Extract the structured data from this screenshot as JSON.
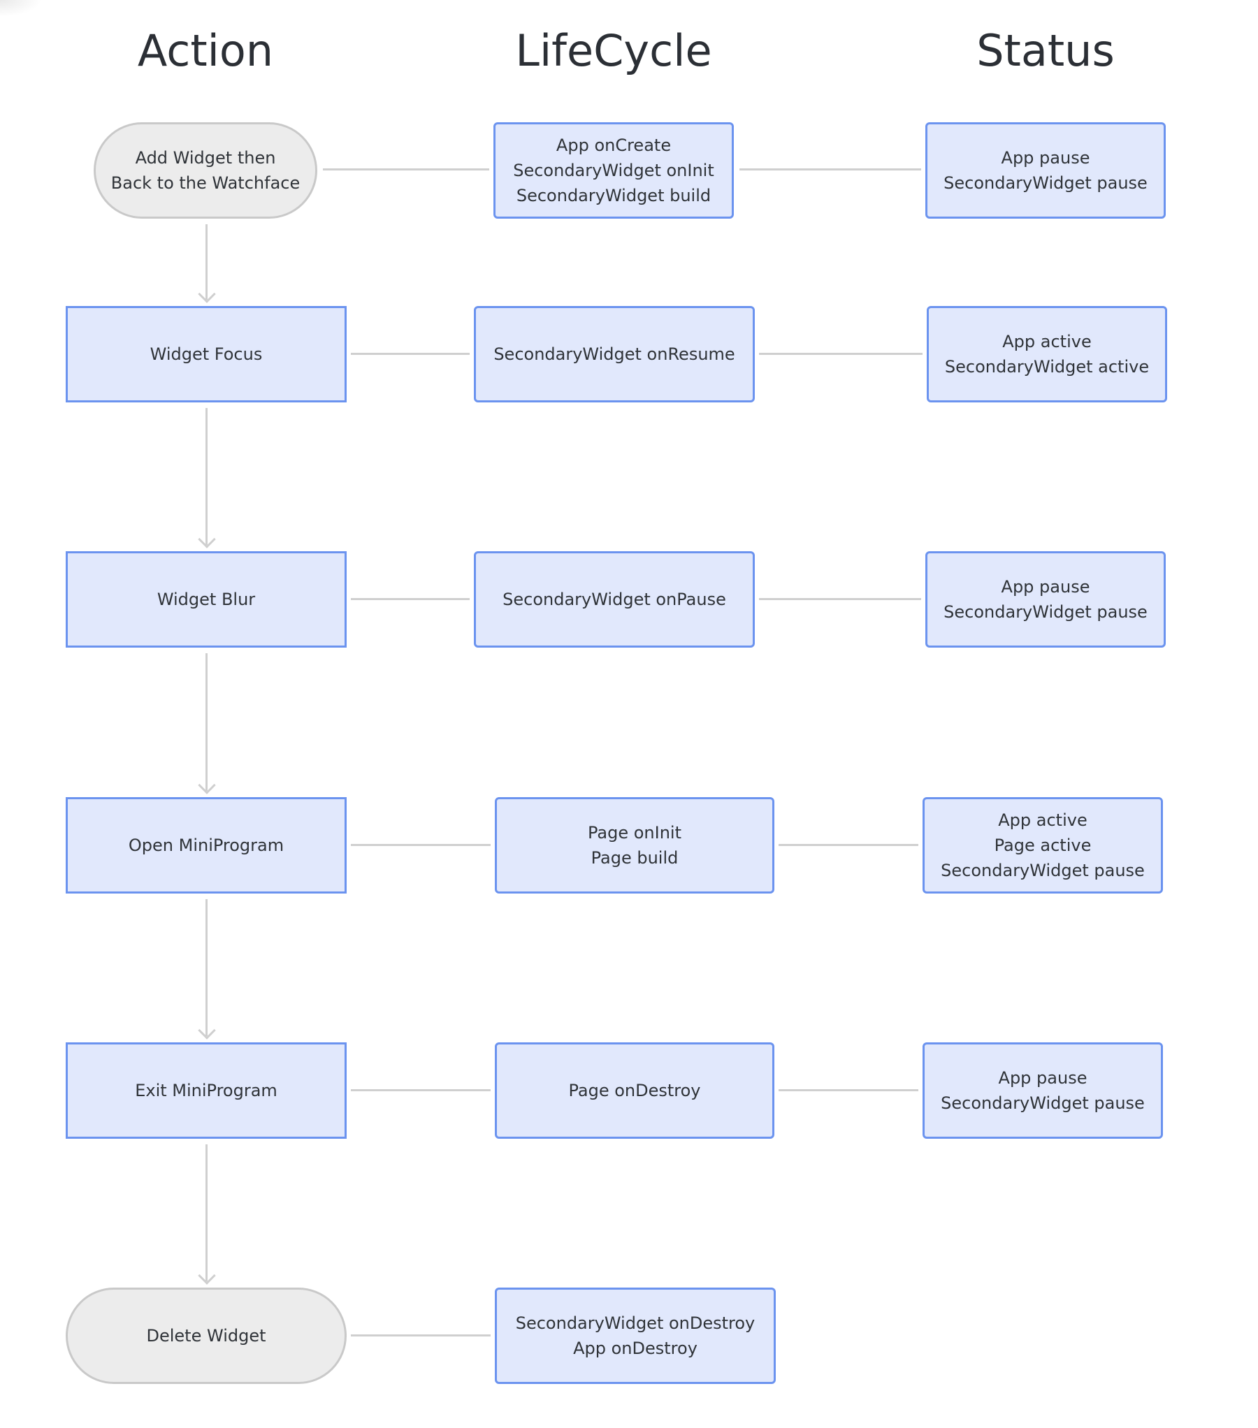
{
  "headers": {
    "action": "Action",
    "lifecycle": "LifeCycle",
    "status": "Status"
  },
  "rows": [
    {
      "action": [
        "Add Widget then",
        "Back to the Watchface"
      ],
      "lifecycle": [
        "App onCreate",
        "SecondaryWidget onInit",
        "SecondaryWidget build"
      ],
      "status": [
        "App pause",
        "SecondaryWidget pause"
      ]
    },
    {
      "action": [
        "Widget Focus"
      ],
      "lifecycle": [
        "SecondaryWidget onResume"
      ],
      "status": [
        "App active",
        "SecondaryWidget active"
      ]
    },
    {
      "action": [
        "Widget Blur"
      ],
      "lifecycle": [
        "SecondaryWidget onPause"
      ],
      "status": [
        "App pause",
        "SecondaryWidget pause"
      ]
    },
    {
      "action": [
        "Open MiniProgram"
      ],
      "lifecycle": [
        "Page onInit",
        "Page build"
      ],
      "status": [
        "App active",
        "Page active",
        "SecondaryWidget pause"
      ]
    },
    {
      "action": [
        "Exit MiniProgram"
      ],
      "lifecycle": [
        "Page onDestroy"
      ],
      "status": [
        "App pause",
        "SecondaryWidget pause"
      ]
    },
    {
      "action": [
        "Delete Widget"
      ],
      "lifecycle": [
        "SecondaryWidget onDestroy",
        "App onDestroy"
      ],
      "status": []
    }
  ],
  "colors": {
    "box_fill": "#e1e8fc",
    "box_border": "#6b93ef",
    "terminal_fill": "#ececec",
    "terminal_border": "#c9c9c9",
    "connector": "#cfcfcf"
  }
}
